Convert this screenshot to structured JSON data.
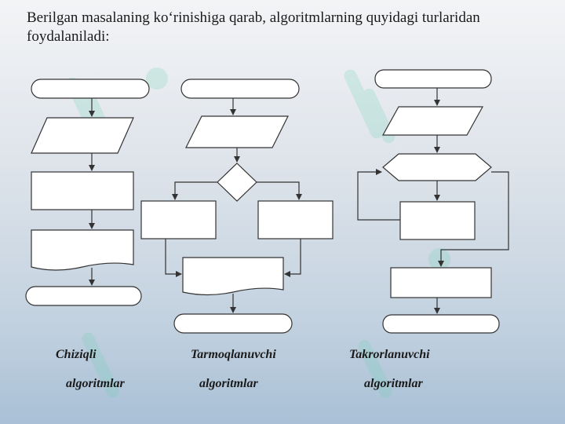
{
  "title": "Berilgan masalaning ko‘rinishiga qarab, algoritmlarning  quyidagi turlaridan foydalaniladi:",
  "captions": {
    "linear_1": "Chiziqli",
    "linear_2": "algoritmlar",
    "branching_1": "Tarmoqlanuvchi",
    "branching_2": "algoritmlar",
    "loop_1": "Takrorlanuvchi",
    "loop_2": "algoritmlar"
  },
  "colors": {
    "shape_fill": "#ffffff",
    "stroke": "#333333",
    "text": "#1a1a1a",
    "watermark": "#6ad3b3"
  }
}
